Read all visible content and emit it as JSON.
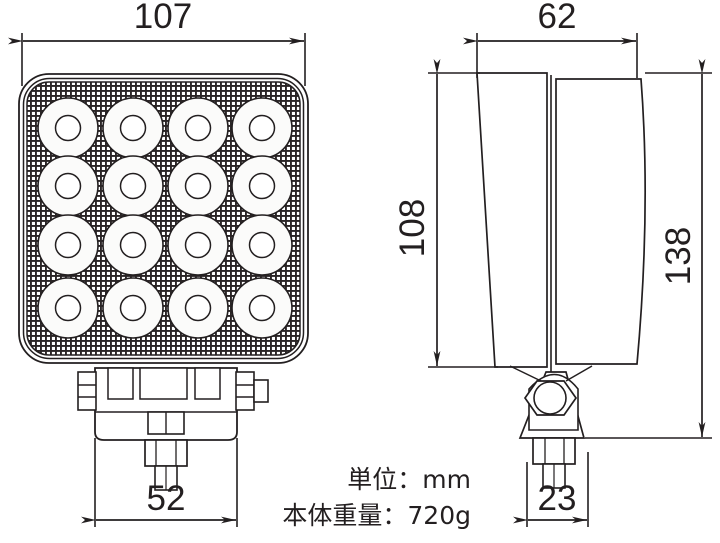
{
  "drawing": {
    "type": "technical-dimension-drawing",
    "subject": "LED work light",
    "background_color": "#ffffff",
    "line_color": "#231f20",
    "views": [
      {
        "name": "front-view",
        "description": "square LED panel with 4x4 LED array and mounting bracket"
      },
      {
        "name": "side-view",
        "description": "tapered housing profile with pivot bracket and bolt"
      }
    ]
  },
  "dimensions": {
    "front_width": "107",
    "side_depth": "62",
    "body_height": "108",
    "total_height": "138",
    "bracket_width": "52",
    "bracket_depth": "23"
  },
  "notes": {
    "unit": "単位：mm",
    "weight": "本体重量：720g"
  },
  "led_array": {
    "rows": 4,
    "columns": 4,
    "count": 16
  }
}
